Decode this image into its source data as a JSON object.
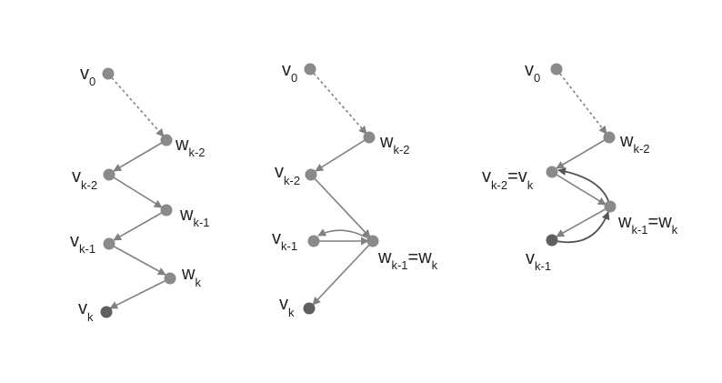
{
  "colors": {
    "node": "#8a8a8a",
    "node_dark": "#5f5f5f",
    "edge": "#808080",
    "edge_dark": "#555555",
    "text": "#222222"
  },
  "panels": [
    {
      "id": "panel-1",
      "labels": [
        {
          "id": "v0",
          "base": "v",
          "sub": "0"
        },
        {
          "id": "wk2",
          "base": "w",
          "sub": "k-2"
        },
        {
          "id": "vk2",
          "base": "v",
          "sub": "k-2"
        },
        {
          "id": "wk1",
          "base": "w",
          "sub": "k-1"
        },
        {
          "id": "vk1",
          "base": "v",
          "sub": "k-1"
        },
        {
          "id": "wk",
          "base": "w",
          "sub": "k"
        },
        {
          "id": "vk",
          "base": "v",
          "sub": "k"
        }
      ]
    },
    {
      "id": "panel-2",
      "labels": [
        {
          "id": "v0",
          "base": "v",
          "sub": "0"
        },
        {
          "id": "wk2",
          "base": "w",
          "sub": "k-2"
        },
        {
          "id": "vk2",
          "base": "v",
          "sub": "k-2"
        },
        {
          "id": "vk1",
          "base": "v",
          "sub": "k-1"
        },
        {
          "id": "wk1",
          "base": "w",
          "sub": "k-1",
          "eq": "=w",
          "sub2": "k"
        },
        {
          "id": "vk",
          "base": "v",
          "sub": "k"
        }
      ]
    },
    {
      "id": "panel-3",
      "labels": [
        {
          "id": "v0",
          "base": "v",
          "sub": "0"
        },
        {
          "id": "wk2",
          "base": "w",
          "sub": "k-2"
        },
        {
          "id": "vk2",
          "base": "v",
          "sub": "k-2",
          "eq": "=v",
          "sub2": "k"
        },
        {
          "id": "wk1",
          "base": "w",
          "sub": "k-1",
          "eq": "=w",
          "sub2": "k"
        },
        {
          "id": "vk1",
          "base": "v",
          "sub": "k-1"
        }
      ]
    }
  ]
}
